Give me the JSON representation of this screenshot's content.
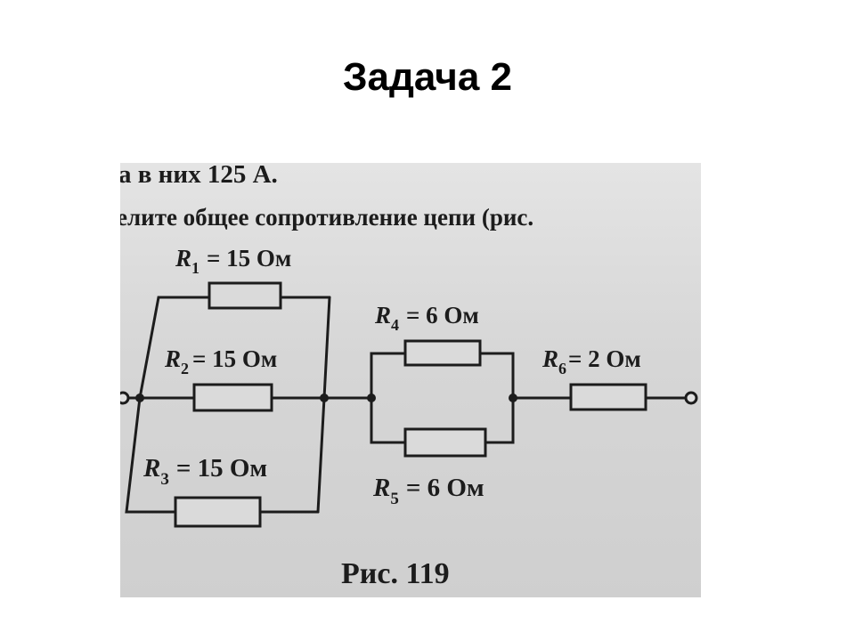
{
  "slide": {
    "title": "Задача 2"
  },
  "photo": {
    "text_line_1": "а в них 125 А.",
    "text_line_2": "елите общее сопротивление цепи (рис.",
    "caption": "Рис. 119"
  },
  "resistors": {
    "r1": {
      "symbol": "R",
      "index": "1",
      "value": "= 15 Ом"
    },
    "r2": {
      "symbol": "R",
      "index": "2",
      "value": "= 15 Ом"
    },
    "r3": {
      "symbol": "R",
      "index": "3",
      "value": "= 15 Ом"
    },
    "r4": {
      "symbol": "R",
      "index": "4",
      "value": "= 6 Ом"
    },
    "r5": {
      "symbol": "R",
      "index": "5",
      "value": "= 6 Ом"
    },
    "r6": {
      "symbol": "R",
      "index": "6",
      "value": "= 2 Ом"
    }
  }
}
